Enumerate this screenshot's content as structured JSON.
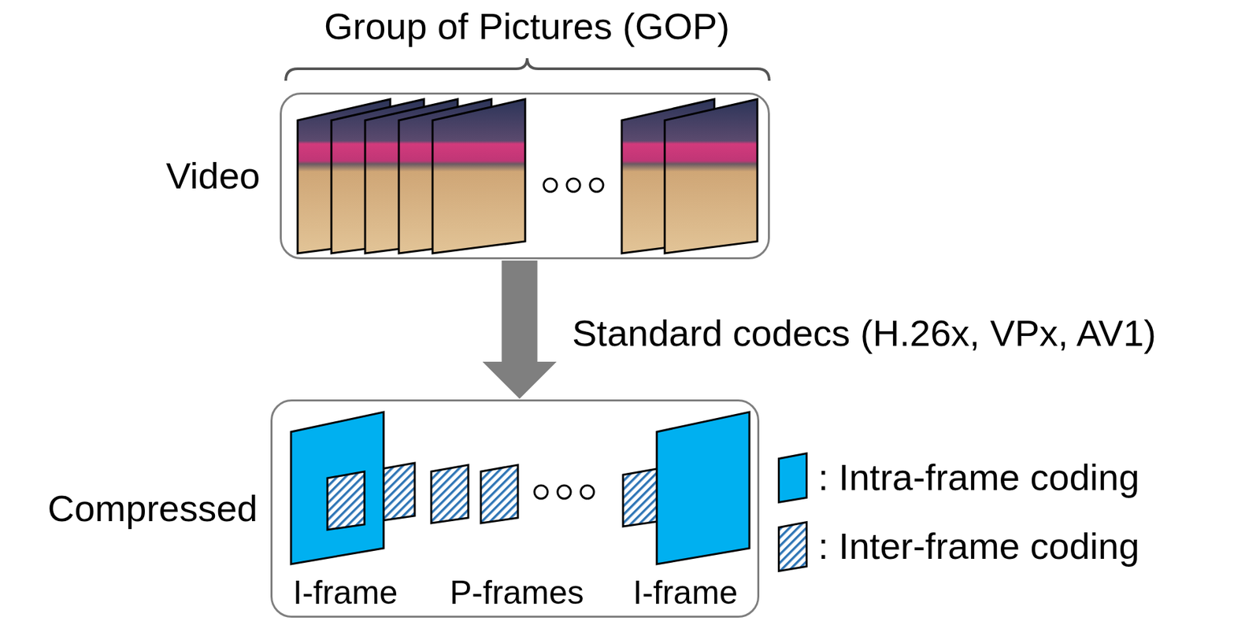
{
  "diagram": {
    "nodes": [
      {
        "text": [
          "Video"
        ]
      },
      {
        "text": [
          "Compressed",
          "P-frames"
        ]
      },
      {
        "text": [
          "I-frame"
        ],
        "in": 1
      },
      {
        "text": [
          "I-frame"
        ],
        "in": 1
      }
    ],
    "edges": [
      {
        "from": 0,
        "to": 1,
        "label": "Standard codecs (H.26x, VPx, AV1)",
        "arrow": "to"
      }
    ],
    "labels": [
      "Group of Pictures (GOP)"
    ],
    "legend": [
      {
        "text": ": Intra-frame coding",
        "color": "#00b0f0"
      },
      {
        "text": ": Inter-frame coding"
      }
    ]
  }
}
